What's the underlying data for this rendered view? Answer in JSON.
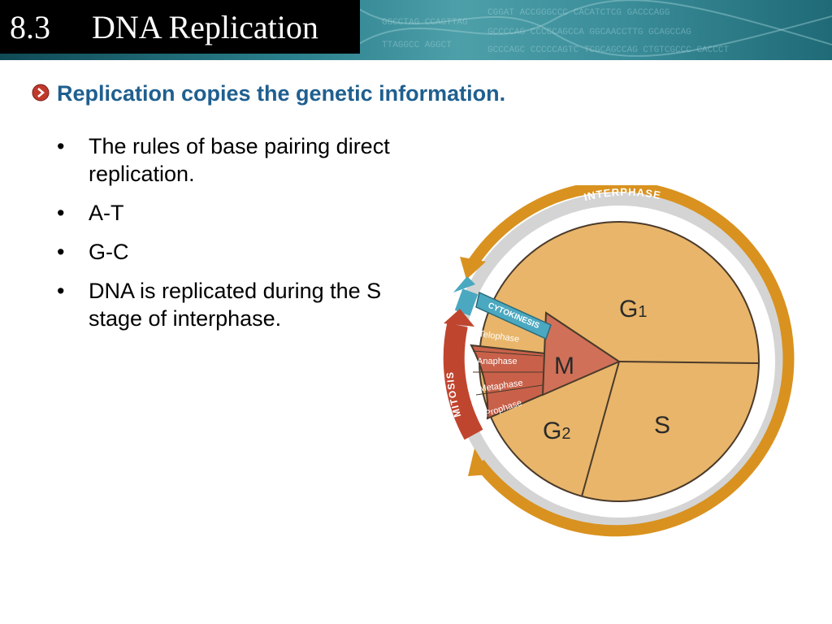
{
  "header": {
    "section_number": "8.3",
    "title": "DNA Replication"
  },
  "main_point": "Replication copies the genetic information.",
  "bullets": [
    {
      "symbol": "•",
      "text": "The rules of base pairing direct replication."
    },
    {
      "symbol": "•",
      "text": "A-T"
    },
    {
      "symbol": "•",
      "text": "G-C"
    },
    {
      "symbol": "•",
      "text": "DNA is replicated during the S stage of interphase."
    }
  ],
  "diagram": {
    "interphase_label": "INTERPHASE",
    "mitosis_label": "MITOSIS",
    "cytokinesis_label": "CYTOKINESIS",
    "g1_label": "G",
    "g1_sub": "1",
    "s_label": "S",
    "g2_label": "G",
    "g2_sub": "2",
    "m_label": "M",
    "mitosis_phases": [
      "Telophase",
      "Anaphase",
      "Metaphase",
      "Prophase"
    ]
  },
  "colors": {
    "title_bar": "#000000",
    "main_point": "#1f5f8f",
    "bullet_icon": "#c0392b",
    "interphase_arrow": "#d9921f",
    "phase_fill": "#e8b56a",
    "mitosis_fill": "#c9614a",
    "cytokinesis_fill": "#4aa8c0"
  }
}
